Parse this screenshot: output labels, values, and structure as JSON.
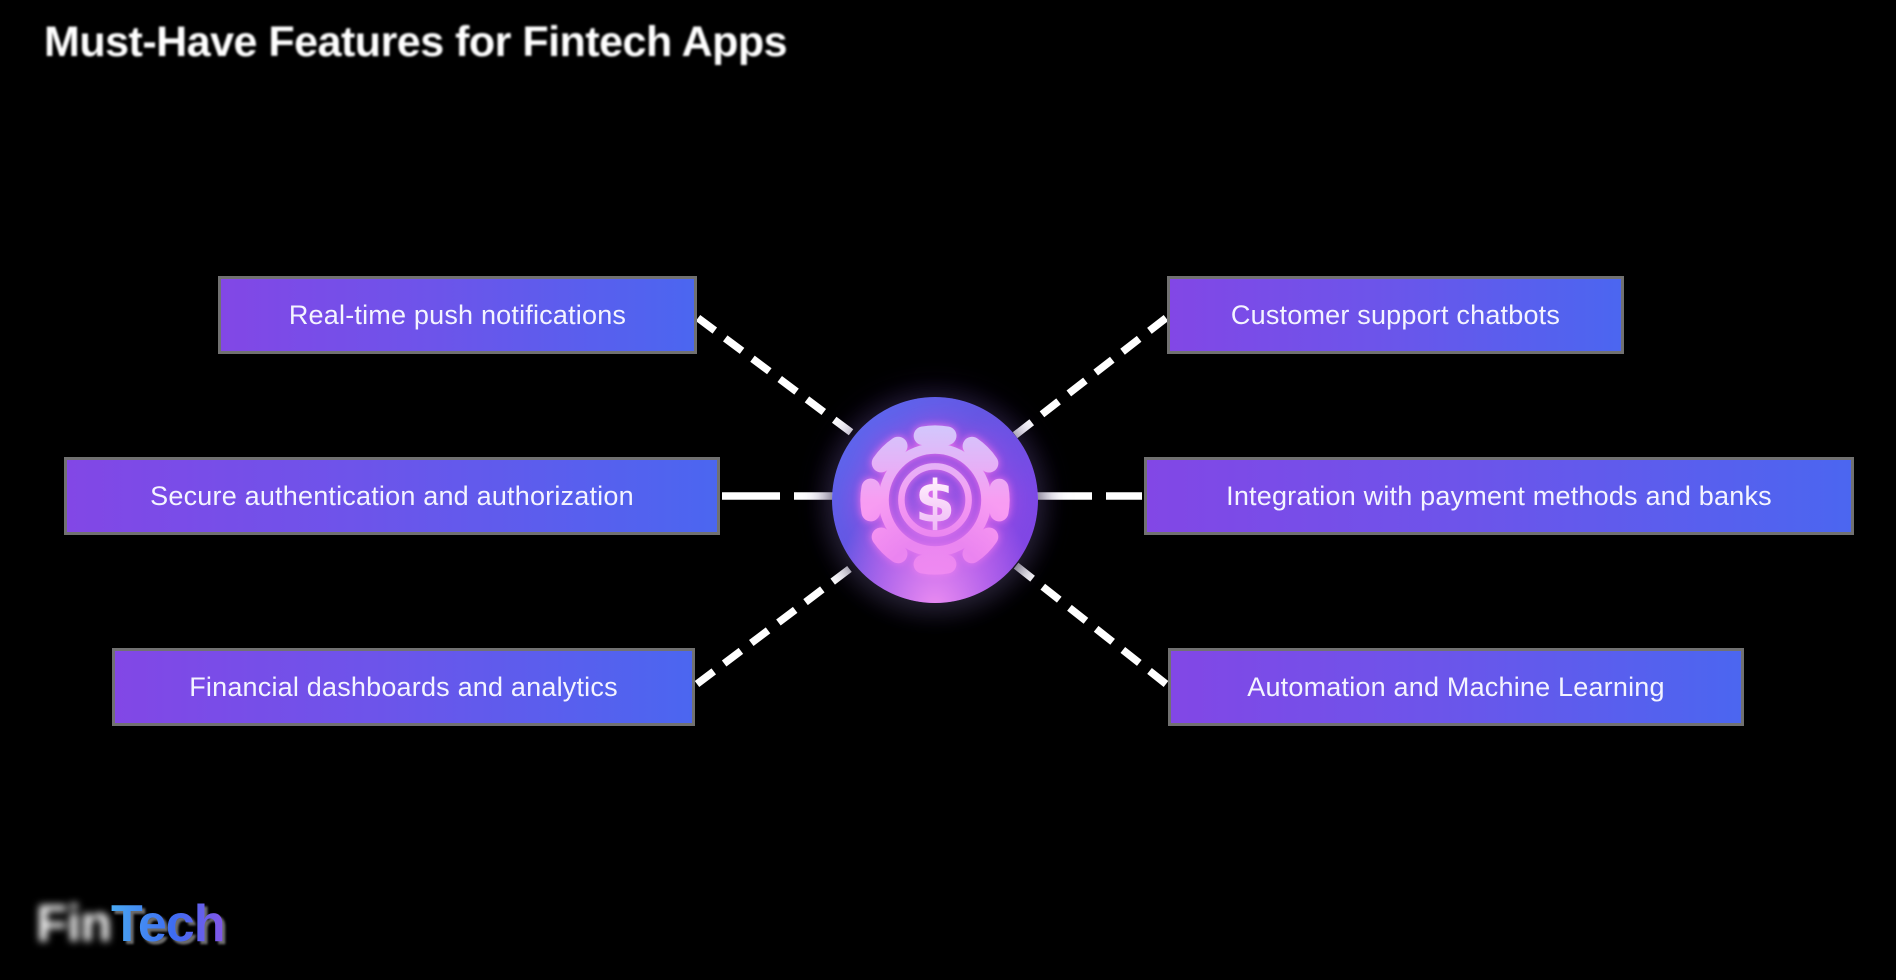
{
  "title": "Must-Have Features for Fintech Apps",
  "features": [
    {
      "label": "Real-time push notifications"
    },
    {
      "label": "Customer support chatbots"
    },
    {
      "label": "Secure authentication and authorization"
    },
    {
      "label": "Integration with payment methods and banks"
    },
    {
      "label": "Financial dashboards and analytics"
    },
    {
      "label": "Automation and Machine Learning"
    }
  ],
  "center_icon": {
    "name": "gear-dollar-icon",
    "symbol": "$"
  },
  "logo": {
    "part1": "Fin",
    "part2": "Tech"
  },
  "colors": {
    "background": "#000000",
    "box_gradient_left": "#8247e6",
    "box_gradient_right": "#4b66f0",
    "box_border": "#717171",
    "box_text": "#f4f4ff",
    "connector": "#ffffff",
    "badge_blue": "#5a6df2",
    "badge_purple": "#8a42e4",
    "neon_pink": "#f79df2",
    "logo_blue": "#49a8f2",
    "logo_purple": "#8456e8"
  }
}
